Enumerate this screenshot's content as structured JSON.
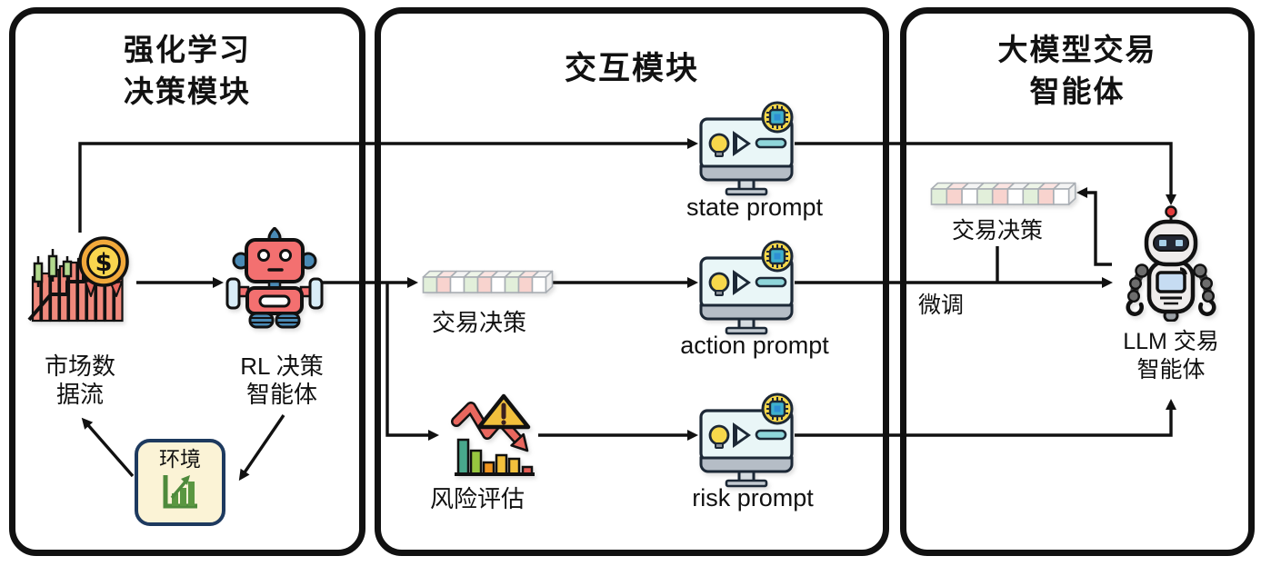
{
  "diagram": {
    "left_panel": {
      "title_line1": "强化学习",
      "title_line2": "决策模块",
      "market_data_label_line1": "市场数",
      "market_data_label_line2": "据流",
      "rl_agent_label_line1": "RL 决策",
      "rl_agent_label_line2": "智能体",
      "environment_label": "环境"
    },
    "interaction_panel": {
      "title": "交互模块",
      "trade_decision_label": "交易决策",
      "risk_assessment_label": "风险评估",
      "state_prompt_label": "state prompt",
      "action_prompt_label": "action prompt",
      "risk_prompt_label": "risk prompt"
    },
    "llm_panel": {
      "title_line1": "大模型交易",
      "title_line2": "智能体",
      "trade_decision_label": "交易决策",
      "finetune_label": "微调",
      "llm_agent_label_line1": "LLM 交易",
      "llm_agent_label_line2": "智能体"
    }
  },
  "blocks": {
    "pattern": [
      "green",
      "red",
      "white",
      "green",
      "red",
      "white",
      "green",
      "red",
      "white"
    ],
    "colors": {
      "green": {
        "front": "#e2efda",
        "top": "#eef5e8"
      },
      "red": {
        "front": "#f8d3ce",
        "top": "#fbe4e1"
      },
      "white": {
        "front": "#ffffff",
        "top": "#f4f4f4"
      }
    },
    "outline": "#a9aeb4"
  },
  "palette": {
    "line_color": "#111111",
    "panel_border": "#111111",
    "env_box_fill": "#fbf3d6",
    "env_box_border": "#1e3a5f",
    "monitor_screen": "#e9f6f7",
    "accent_yellow": "#f7d84b",
    "accent_teal": "#8fd6da",
    "robot_red": "#f37070",
    "robot_blue": "#4a8ab5",
    "llm_antenna_red": "#e23b3b",
    "risk_arrow_red": "#e8675e",
    "env_chart_green": "#4e8a3c",
    "coin_gold": "#f2a93b"
  },
  "icons": {
    "market-data-icon": "rising bar chart with candlesticks and dollar coin",
    "rl-robot-icon": "red reinforcement-learning robot",
    "env-chart-icon": "green growth chart",
    "decision-blocks-icon": "row of green/red/white cubes",
    "prompt-monitor-icon": "monitor with lightbulb, chevron, dash and chip badge",
    "risk-chart-icon": "declining chart with warning triangle",
    "llm-robot-icon": "white LLM robot with screen chest"
  }
}
